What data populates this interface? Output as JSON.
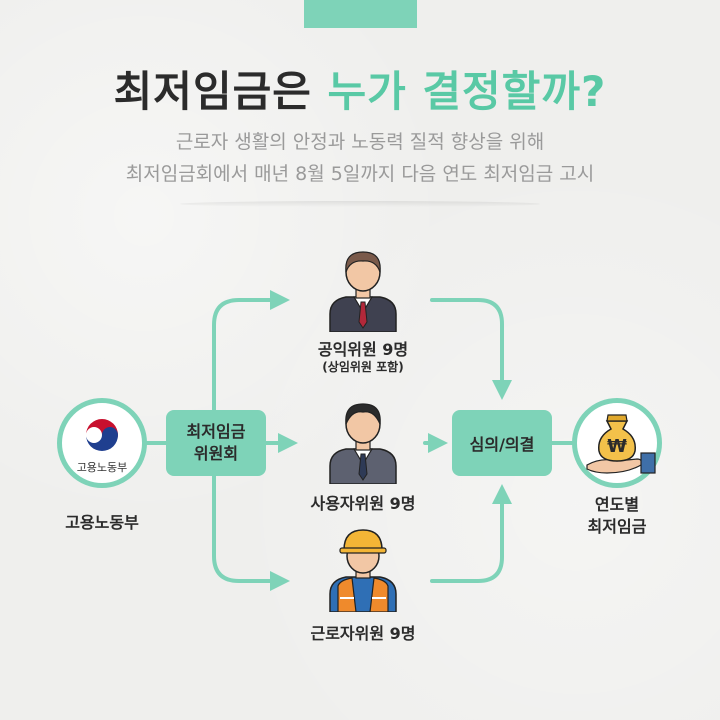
{
  "header": {
    "title_dark": "최저임금은",
    "title_accent": "누가 결정할까?",
    "subtitle_line1": "근로자 생활의 안정과 노동력 질적 향상을 위해",
    "subtitle_line2": "최저임금회에서 매년 8월 5일까지 다음 연도 최저임금 고시"
  },
  "moel": {
    "logo_text": "고용노동부",
    "label": "고용노동부"
  },
  "committee": {
    "line1": "최저임금",
    "line2": "위원회"
  },
  "members": {
    "public": {
      "label": "공익위원 9명",
      "note": "(상임위원 포함)"
    },
    "employer": {
      "label": "사용자위원 9명"
    },
    "worker": {
      "label": "근로자위원 9명"
    }
  },
  "deliberation": {
    "label": "심의/의결"
  },
  "result": {
    "line1": "연도별",
    "line2": "최저임금",
    "currency_symbol": "₩"
  },
  "colors": {
    "accent": "#7ed3b8",
    "title_accent": "#59c9a5",
    "suit_dark": "#3f4150",
    "tie": "#b2283a",
    "helmet": "#f3b536",
    "vest": "#ef8a2c"
  }
}
